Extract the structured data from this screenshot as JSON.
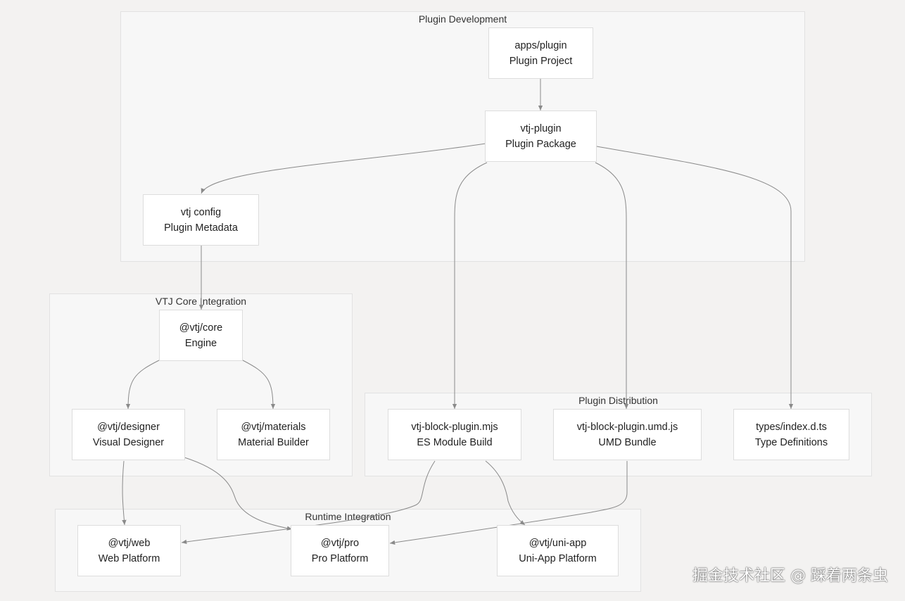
{
  "clusters": {
    "plugin_development": "Plugin Development",
    "core_integration": "VTJ Core Integration",
    "distribution": "Plugin Distribution",
    "runtime": "Runtime Integration"
  },
  "nodes": {
    "apps_plugin": {
      "line1": "apps/plugin",
      "line2": "Plugin Project"
    },
    "vtj_plugin": {
      "line1": "vtj-plugin",
      "line2": "Plugin Package"
    },
    "vtj_config": {
      "line1": "vtj config",
      "line2": "Plugin Metadata"
    },
    "core": {
      "line1": "@vtj/core",
      "line2": "Engine"
    },
    "designer": {
      "line1": "@vtj/designer",
      "line2": "Visual Designer"
    },
    "materials": {
      "line1": "@vtj/materials",
      "line2": "Material Builder"
    },
    "mjs": {
      "line1": "vtj-block-plugin.mjs",
      "line2": "ES Module Build"
    },
    "umd": {
      "line1": "vtj-block-plugin.umd.js",
      "line2": "UMD Bundle"
    },
    "types": {
      "line1": "types/index.d.ts",
      "line2": "Type Definitions"
    },
    "web": {
      "line1": "@vtj/web",
      "line2": "Web Platform"
    },
    "pro": {
      "line1": "@vtj/pro",
      "line2": "Pro Platform"
    },
    "uniapp": {
      "line1": "@vtj/uni-app",
      "line2": "Uni-App Platform"
    }
  },
  "watermark": "掘金技术社区 @ 踩着两条虫",
  "colors": {
    "background": "#f3f2f1",
    "cluster": "#f7f7f7",
    "node": "#ffffff",
    "edge": "#8a8a8a"
  }
}
